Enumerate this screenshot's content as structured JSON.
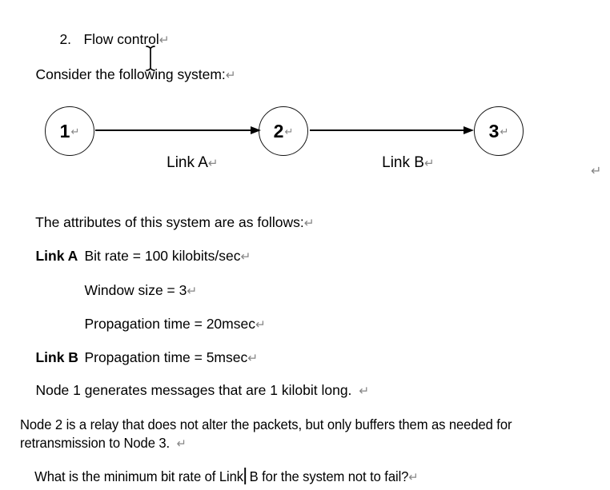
{
  "page": {
    "background": "#ffffff",
    "text_color": "#000000",
    "formatting_mark_color": "#858585"
  },
  "document": {
    "heading": {
      "number": "2.",
      "text": "Flow control",
      "mark": "↵"
    },
    "intro": {
      "text": "Consider the following system:",
      "mark": "↵"
    },
    "diagram": {
      "nodes": [
        {
          "label": "1",
          "mark": "↵"
        },
        {
          "label": "2",
          "mark": "↵"
        },
        {
          "label": "3",
          "mark": "↵"
        }
      ],
      "links": [
        {
          "label": "Link A",
          "mark": "↵"
        },
        {
          "label": "Link B",
          "mark": "↵"
        }
      ],
      "stray_mark": "↵"
    },
    "attributes_intro": {
      "text": "The attributes of this system are as follows:",
      "mark": "↵"
    },
    "attributes": [
      {
        "key": "Link A",
        "value": "Bit rate = 100 kilobits/sec",
        "mark": "↵"
      },
      {
        "key": "",
        "value": "Window size = 3",
        "mark": "↵"
      },
      {
        "key": "",
        "value": "Propagation time = 20msec",
        "mark": "↵"
      },
      {
        "key": "Link B",
        "value": "Propagation time = 5msec",
        "mark": "↵"
      }
    ],
    "paragraphs": [
      {
        "text": "Node 1 generates messages that are 1 kilobit long.",
        "mark": "↵"
      },
      {
        "text": "Node 2 is a relay that does not alter the packets, but only buffers them as needed for\nretransmission to Node 3.",
        "mark": "↵"
      }
    ],
    "question": {
      "before_caret": "What is the minimum bit rate of Link",
      "after_caret": "B for the system not to fail?",
      "mark": "↵"
    }
  }
}
